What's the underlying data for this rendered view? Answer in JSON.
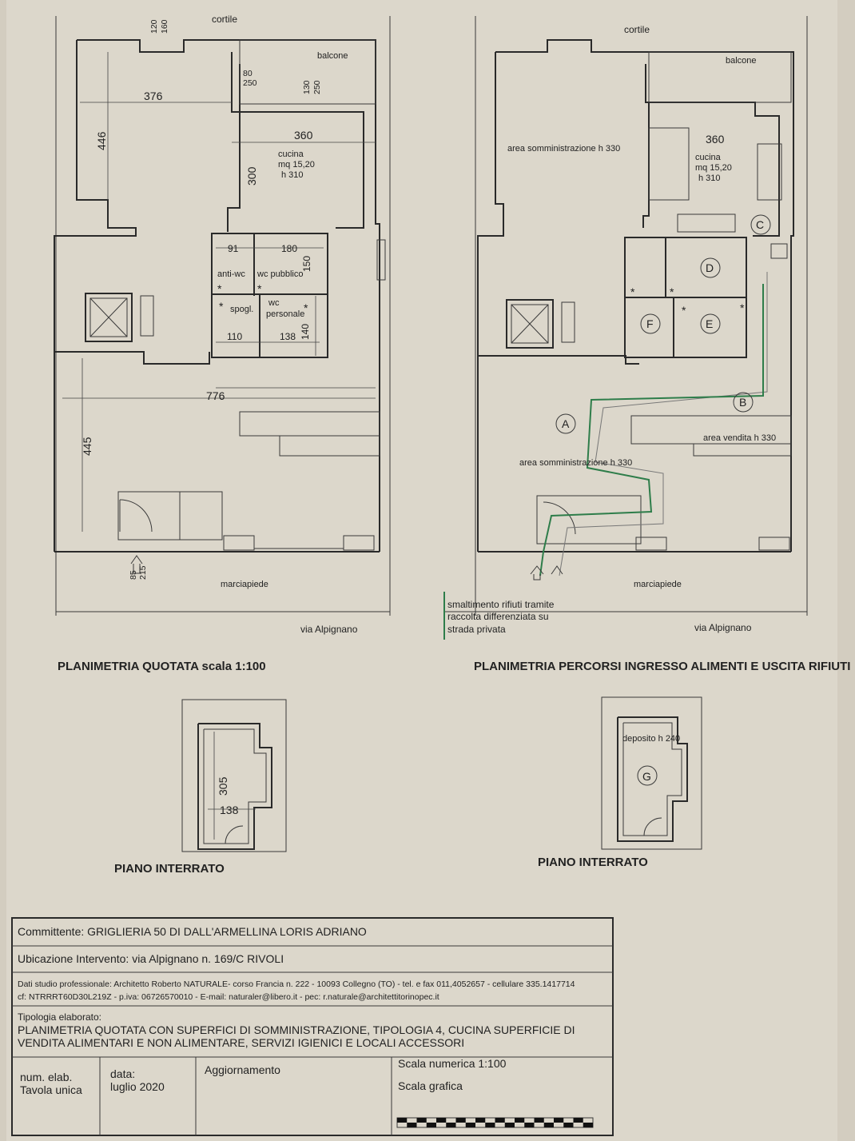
{
  "left_plan": {
    "top_label": "cortile",
    "balcone": "balcone",
    "dim_120_160_a": "120",
    "dim_120_160_b": "160",
    "dim_80_250_a": "80",
    "dim_80_250_b": "250",
    "dim_130_250_a": "130",
    "dim_130_250_b": "250",
    "dim_376": "376",
    "dim_446": "446",
    "dim_360": "360",
    "dim_300": "300",
    "cucina_1": "cucina",
    "cucina_2": "mq 15,20",
    "cucina_3": "h 310",
    "dim_91": "91",
    "dim_180": "180",
    "dim_150": "150",
    "antiwc": "anti-wc",
    "wcpubblico": "wc pubblico",
    "spogl": "spogl.",
    "wcpers_1": "wc",
    "wcpers_2": "personale",
    "dim_110": "110",
    "dim_138": "138",
    "dim_140": "140",
    "dim_776": "776",
    "dim_445": "445",
    "dim_85": "85",
    "dim_215": "215",
    "marciapiede": "marciapiede",
    "street": "via Alpignano",
    "caption": "PLANIMETRIA QUOTATA  scala 1:100",
    "asterisk": "*"
  },
  "right_plan": {
    "top_label": "cortile",
    "balcone": "balcone",
    "area_top": "area somministrazione h 330",
    "dim_360": "360",
    "cucina_1": "cucina",
    "cucina_2": "mq 15,20",
    "cucina_3": "h 310",
    "C": "C",
    "D": "D",
    "E": "E",
    "F": "F",
    "B": "B",
    "A": "A",
    "area_vendita": "area vendita  h 330",
    "area_bottom": "area somministrazione h 330",
    "marciapiede": "marciapiede",
    "street": "via Alpignano",
    "rifiuti_1": "smaltimento rifiuti tramite",
    "rifiuti_2": "raccolta differenziata su",
    "rifiuti_3": "strada privata",
    "caption": "PLANIMETRIA PERCORSI INGRESSO ALIMENTI E USCITA RIFIUTI",
    "asterisk": "*"
  },
  "basement_left": {
    "dim_305": "305",
    "dim_138": "138",
    "caption": "PIANO INTERRATO"
  },
  "basement_right": {
    "deposito": "deposito  h 240",
    "G": "G",
    "caption": "PIANO INTERRATO"
  },
  "title_block": {
    "committente": "Committente:  GRIGLIERIA 50 DI DALL'ARMELLINA LORIS ADRIANO",
    "ubicazione": "Ubicazione Intervento: via Alpignano  n. 169/C  RIVOLI",
    "studio_1": "Dati studio professionale: Architetto Roberto NATURALE- corso Francia n. 222 - 10093 Collegno (TO) - tel. e fax  011,4052657 -  cellulare 335.1417714",
    "studio_2": "cf: NTRRRT60D30L219Z - p.iva: 06726570010 - E-mail: naturaler@libero.it - pec: r.naturale@architettitorinopec.it",
    "tipologia_label": "Tipologia elaborato:",
    "tipologia_1": "PLANIMETRIA QUOTATA CON  SUPERFICI DI SOMMINISTRAZIONE, TIPOLOGIA 4, CUCINA  SUPERFICIE DI",
    "tipologia_2": "VENDITA  ALIMENTARI E NON ALIMENTARE, SERVIZI IGIENICI E  LOCALI ACCESSORI",
    "num_elab_1": "num. elab.",
    "num_elab_2": "Tavola unica",
    "data_1": "data:",
    "data_2": "luglio 2020",
    "aggiornamento": "Aggiornamento",
    "scala_numerica": "Scala numerica 1:100",
    "scala_grafica": "Scala grafica"
  }
}
